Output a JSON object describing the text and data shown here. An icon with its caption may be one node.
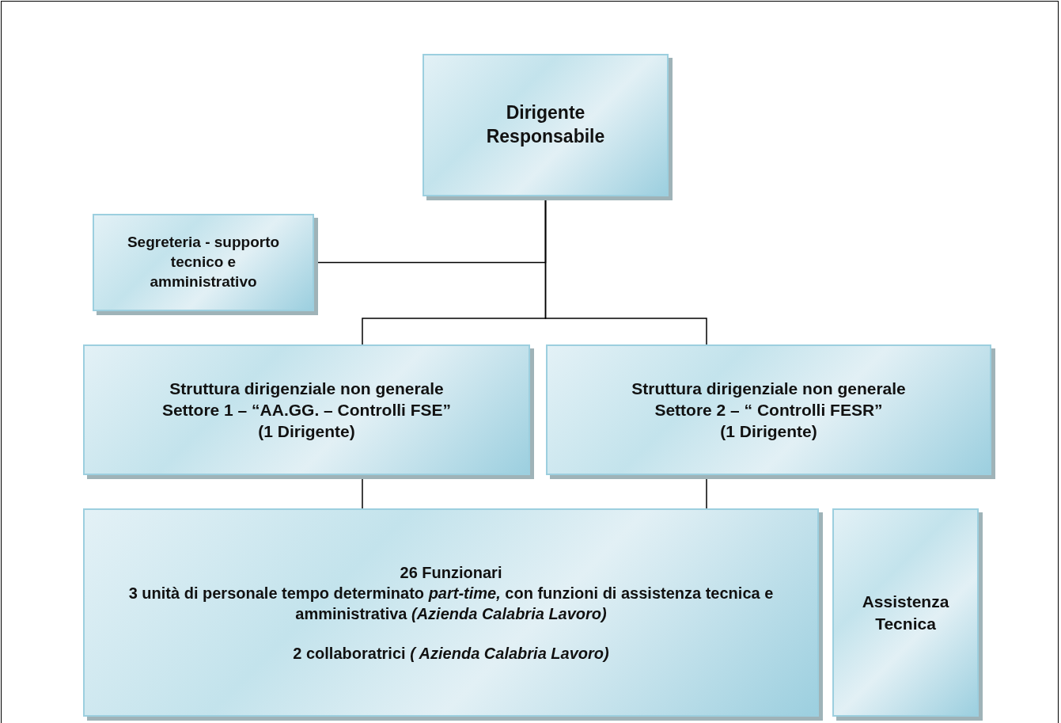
{
  "diagram": {
    "nodes": [
      {
        "text": [
          "Dirigente Responsabile"
        ]
      },
      {
        "text": [
          "Segreteria - supporto tecnico e amministrativo"
        ]
      },
      {
        "text": [
          "Struttura dirigenziale non generale",
          "Settore 1 – “AA.GG. – Controlli FSE”",
          "(1 Dirigente)"
        ]
      },
      {
        "text": [
          "Struttura dirigenziale non generale",
          "Settore 2 – “ Controlli FESR”",
          "(1 Dirigente)"
        ]
      },
      {
        "text": [
          "26 Funzionari",
          "3 unità di personale tempo determinato *part-time,* con funzioni di assistenza tecnica e amministrativa *(Azienda Calabria Lavoro)*",
          "2 collaboratrici *( Azienda Calabria Lavoro)*"
        ]
      },
      {
        "text": [
          "Assistenza Tecnica"
        ]
      }
    ],
    "edges": [
      {
        "from": 0,
        "to": 1,
        "arrow": "none"
      },
      {
        "from": 0,
        "to": 2,
        "arrow": "none"
      },
      {
        "from": 0,
        "to": 3,
        "arrow": "none"
      },
      {
        "from": 2,
        "to": 4,
        "arrow": "none"
      },
      {
        "from": 3,
        "to": 4,
        "arrow": "none"
      }
    ]
  }
}
